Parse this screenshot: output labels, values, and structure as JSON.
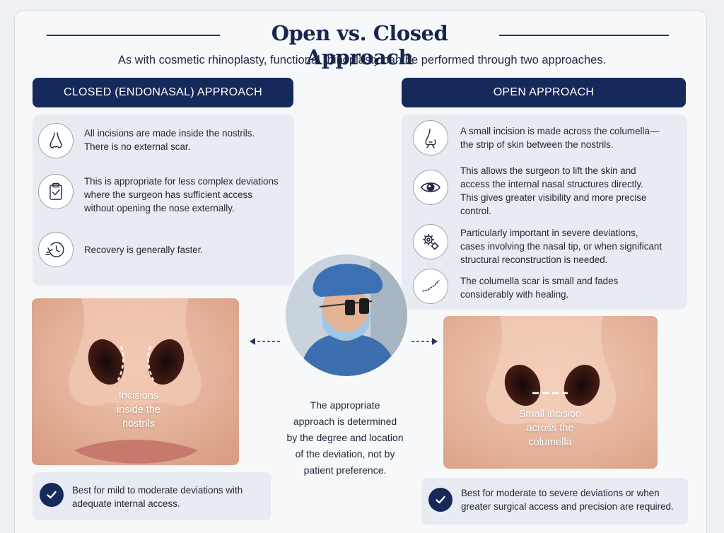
{
  "header": {
    "title": "Open vs. Closed Approach",
    "subtitle": "As with cosmetic rhinoplasty, functional rhinoplasty can be performed through two approaches."
  },
  "closed": {
    "heading": "CLOSED (ENDONASAL) APPROACH",
    "items": [
      {
        "icon": "nose-icon",
        "text_lines": [
          "All incisions are made inside the nostrils.",
          "There is no external scar."
        ]
      },
      {
        "icon": "clipboard-check-icon",
        "text_lines": [
          "This is appropriate for less complex deviations",
          "where the surgeon has sufficient access",
          "without opening the nose externally."
        ]
      },
      {
        "icon": "clock-icon",
        "text_lines": [
          "Recovery is generally faster."
        ]
      }
    ],
    "photo_label_lines": [
      "Incisions",
      "inside the",
      "nostrils"
    ],
    "best_for_lines": [
      "Best for mild to moderate deviations with",
      "adequate internal access."
    ]
  },
  "open": {
    "heading": "OPEN APPROACH",
    "items": [
      {
        "icon": "columella-incision-icon",
        "text_lines": [
          "A small incision is made across the columella—",
          "the strip of skin between the nostrils."
        ]
      },
      {
        "icon": "eye-icon",
        "text_lines": [
          "This allows the surgeon to lift the skin and",
          "access the internal nasal structures directly.",
          "This gives greater visibility and more precise",
          "control."
        ]
      },
      {
        "icon": "gears-icon",
        "text_lines": [
          "Particularly important in severe deviations,",
          "cases involving the nasal tip, or when significant",
          "structural reconstruction is needed."
        ]
      },
      {
        "icon": "scar-line-icon",
        "text_lines": [
          "The columella scar is small and fades",
          "considerably with healing."
        ]
      }
    ],
    "photo_label_lines": [
      "Small incision",
      "across the",
      "columella"
    ],
    "best_for_lines": [
      "Best for moderate to severe deviations or when",
      "greater surgical access and precision are required."
    ]
  },
  "center": {
    "text_lines": [
      "The appropriate",
      "approach is determined",
      "by the degree and location",
      "of the deviation, not by",
      "patient preference."
    ]
  },
  "colors": {
    "navy": "#15295a",
    "panel": "#e8ebf2",
    "skin": "#e9b7a0"
  }
}
